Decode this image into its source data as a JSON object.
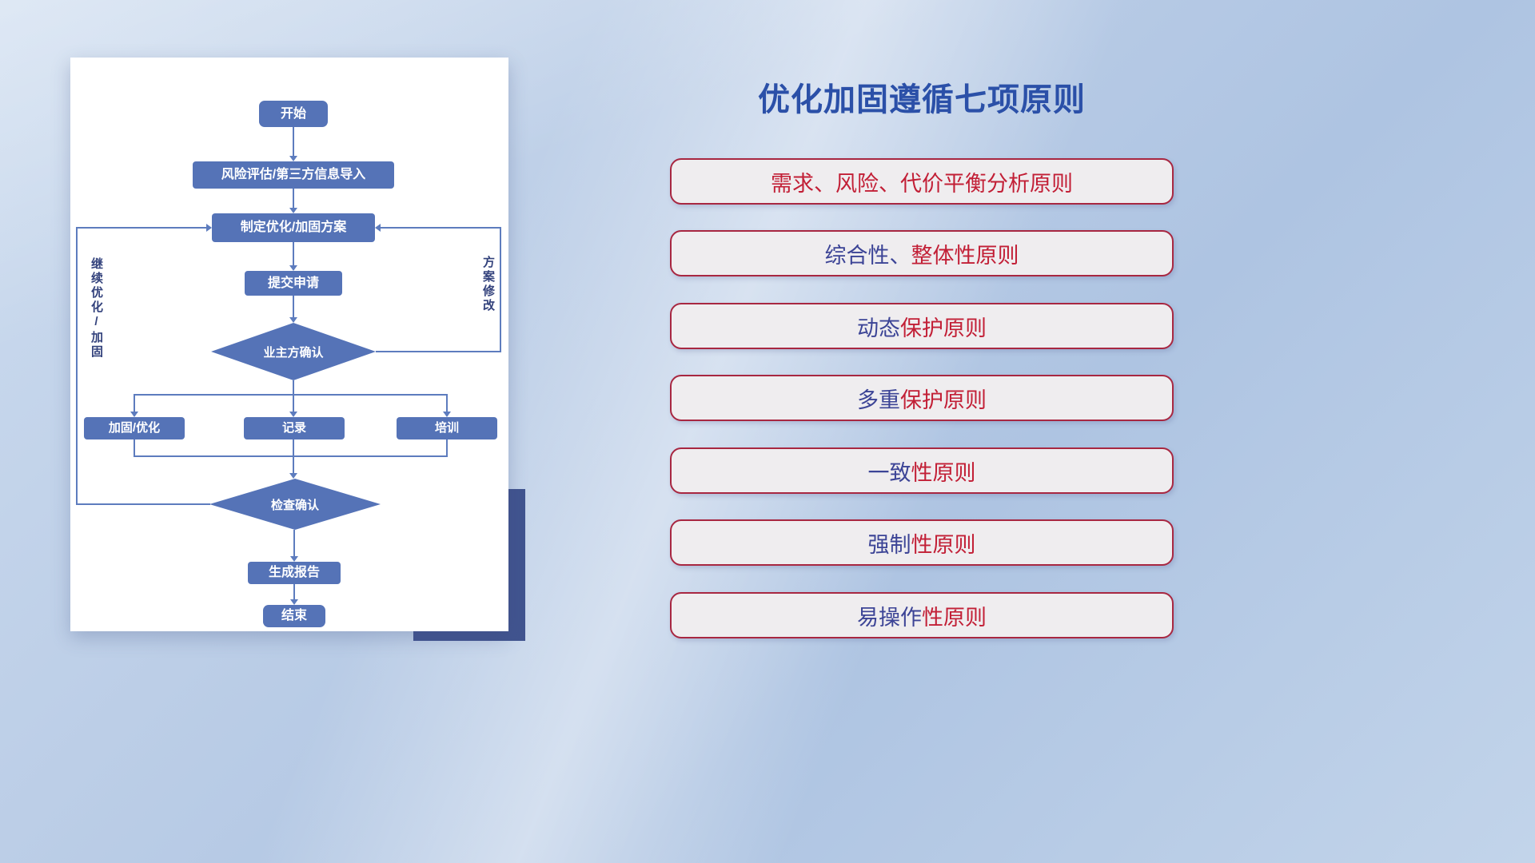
{
  "flowchart": {
    "nodes": {
      "start": "开始",
      "risk": "风险评估/第三方信息导入",
      "plan": "制定优化/加固方案",
      "submit": "提交申请",
      "owner_confirm": "业主方确认",
      "harden": "加固/优化",
      "record": "记录",
      "training": "培训",
      "check_confirm": "检查确认",
      "report": "生成报告",
      "end": "结束"
    },
    "labels": {
      "left_loop": "继续优化/加固",
      "right_loop": "方案修改"
    }
  },
  "panel": {
    "title": "优化加固遵循七项原则",
    "principles": [
      {
        "part1": "",
        "part2": "需求、风险、代价平衡分析原则"
      },
      {
        "part1": "综合性、",
        "part2": "整体性原则"
      },
      {
        "part1": "动态",
        "part2": "保护原则"
      },
      {
        "part1": "多重",
        "part2": "保护原则"
      },
      {
        "part1": "一致",
        "part2": "性原则"
      },
      {
        "part1": "强制",
        "part2": "性原则"
      },
      {
        "part1": "易操作",
        "part2": "性原则"
      }
    ]
  },
  "colors": {
    "title_blue": "#2b50a8",
    "principle_red": "#c21f36",
    "principle_blue": "#3c4496",
    "flow_shape_blue": "#5573b7",
    "flow_line_blue": "#5d7cbe",
    "accent_square": "#41548f",
    "box_border_red": "#a82741",
    "box_bg": "#efedef"
  }
}
